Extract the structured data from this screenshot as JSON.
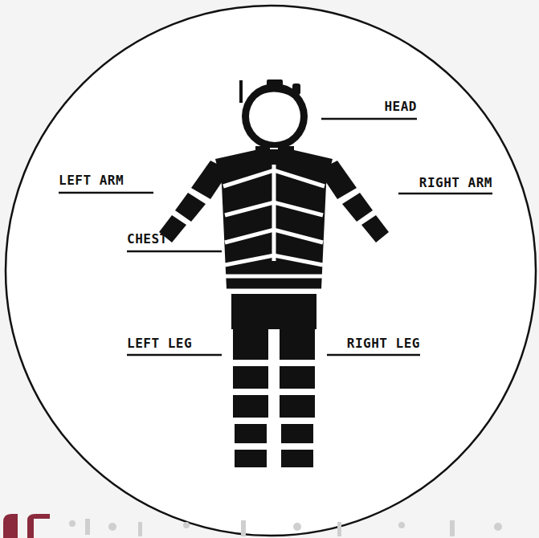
{
  "diagram": {
    "labels": [
      "HEAD",
      "LEFT ARM",
      "RIGHT ARM",
      "CHEST",
      "LEFT LEG",
      "RIGHT LEG"
    ]
  }
}
